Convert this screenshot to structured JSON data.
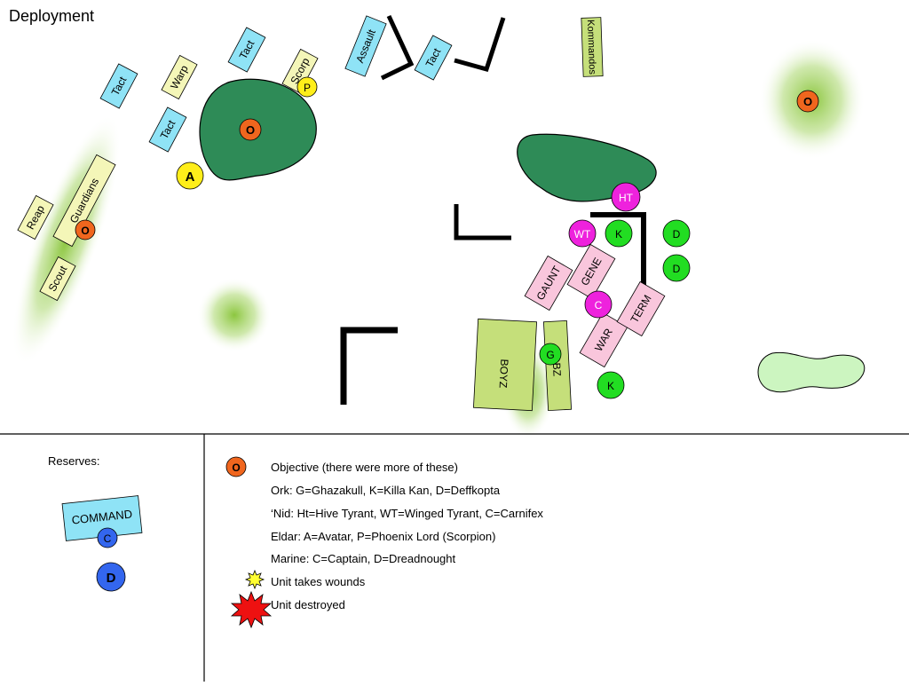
{
  "title": "Deployment",
  "reserves_label": "Reserves:",
  "colors": {
    "marine": "#8fe3f6",
    "eldar": "#f4f6b8",
    "ork": "#c5df7a",
    "nid": "#f9c6dc",
    "objective": "#f0661e",
    "eldar_marker": "#ffee1a",
    "ork_marker": "#22dd22",
    "nid_marker": "#ee22dd",
    "marine_marker": "#3366ee",
    "forest": "#2e8b57",
    "hill": "#ccf5c0",
    "crater": "#8cc63f",
    "wounds": "#ffff33",
    "destroyed": "#ee1111"
  },
  "units": {
    "tact1": "Tact",
    "tact2": "Tact",
    "tact3": "Tact",
    "tact4": "Tact",
    "assault": "Assault",
    "warp": "Warp",
    "scorp": "Scorp",
    "guardians": "Guardians",
    "reap": "Reap",
    "scout": "Scout",
    "kommandos": "Kommandos",
    "boyz": "BOYZ",
    "dbz": "DBZ",
    "gaunt": "GAUNT",
    "gene": "GENE",
    "war": "WAR",
    "term": "TERM",
    "command": "COMMAND"
  },
  "markers": {
    "objective": "O",
    "avatar": "A",
    "phoenix": "P",
    "hive_tyrant": "HT",
    "winged_tyrant": "WT",
    "carnifex": "C",
    "killa_kan": "K",
    "deffkopta": "D",
    "ghazakull": "G",
    "captain": "C",
    "dreadnought": "D"
  },
  "legend": {
    "objective": "Objective (there were more of these)",
    "ork": "Ork: G=Ghazakull, K=Killa Kan, D=Deffkopta",
    "nid": "‘Nid: Ht=Hive  Tyrant, WT=Winged Tyrant, C=Carnifex",
    "eldar": "Eldar: A=Avatar, P=Phoenix Lord (Scorpion)",
    "marine": "Marine: C=Captain, D=Dreadnought",
    "wounds": "Unit takes wounds",
    "destroyed": "Unit destroyed"
  }
}
